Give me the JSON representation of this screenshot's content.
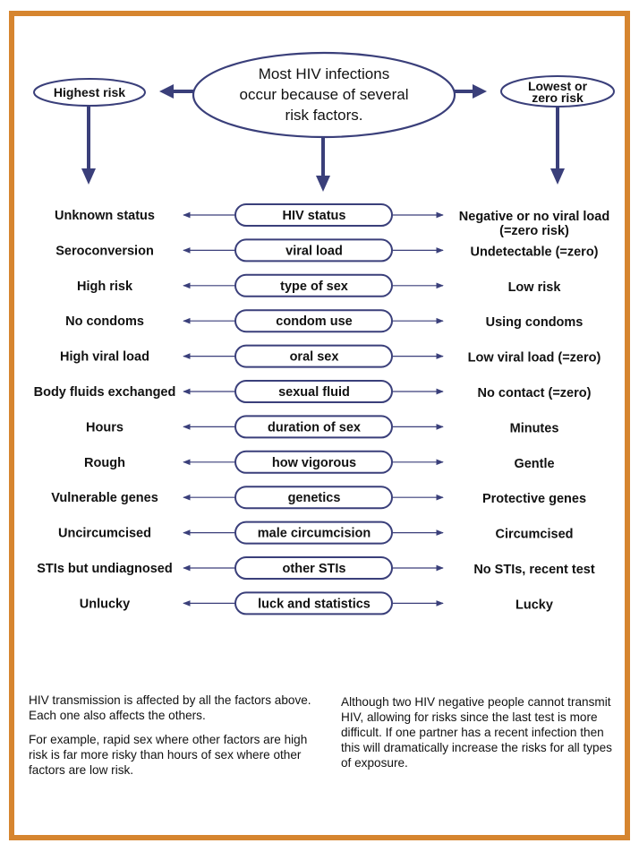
{
  "center_title": [
    "Most HIV infections",
    "occur because of several",
    "risk factors."
  ],
  "highest_label": "Highest risk",
  "lowest_label": [
    "Lowest or",
    "zero risk"
  ],
  "factors": [
    {
      "factor": "HIV status",
      "high": "Unknown status",
      "low": [
        "Negative or no viral load",
        "(=zero risk)"
      ]
    },
    {
      "factor": "viral load",
      "high": "Seroconversion",
      "low": [
        "Undetectable (=zero)"
      ]
    },
    {
      "factor": "type of sex",
      "high": "High risk",
      "low": [
        "Low risk"
      ]
    },
    {
      "factor": "condom use",
      "high": "No condoms",
      "low": [
        "Using condoms"
      ]
    },
    {
      "factor": "oral sex",
      "high": "High viral load",
      "low": [
        "Low viral load (=zero)"
      ]
    },
    {
      "factor": "sexual fluid",
      "high": "Body fluids exchanged",
      "low": [
        "No contact (=zero)"
      ]
    },
    {
      "factor": "duration of sex",
      "high": "Hours",
      "low": [
        "Minutes"
      ]
    },
    {
      "factor": "how vigorous",
      "high": "Rough",
      "low": [
        "Gentle"
      ]
    },
    {
      "factor": "genetics",
      "high": "Vulnerable genes",
      "low": [
        "Protective genes"
      ]
    },
    {
      "factor": "male circumcision",
      "high": "Uncircumcised",
      "low": [
        "Circumcised"
      ]
    },
    {
      "factor": "other STIs",
      "high": "STIs but undiagnosed",
      "low": [
        "No STIs, recent test"
      ]
    },
    {
      "factor": "luck and statistics",
      "high": "Unlucky",
      "low": [
        "Lucky"
      ]
    }
  ],
  "notes": {
    "left_p1": "HIV transmission is affected by all the factors above. Each one also affects the others.",
    "left_p2": "For example, rapid sex where other factors are high risk is far more risky than hours of sex where other factors are low risk.",
    "right_p1": "Although two HIV negative people cannot transmit HIV, allowing for risks since the last test is more difficult. If one partner has a recent infection then this will dramatically increase the risks for all types of exposure."
  },
  "colors": {
    "border": "#d6852f",
    "ink": "#3a3f7a",
    "arrow": "#3a3f7a"
  }
}
